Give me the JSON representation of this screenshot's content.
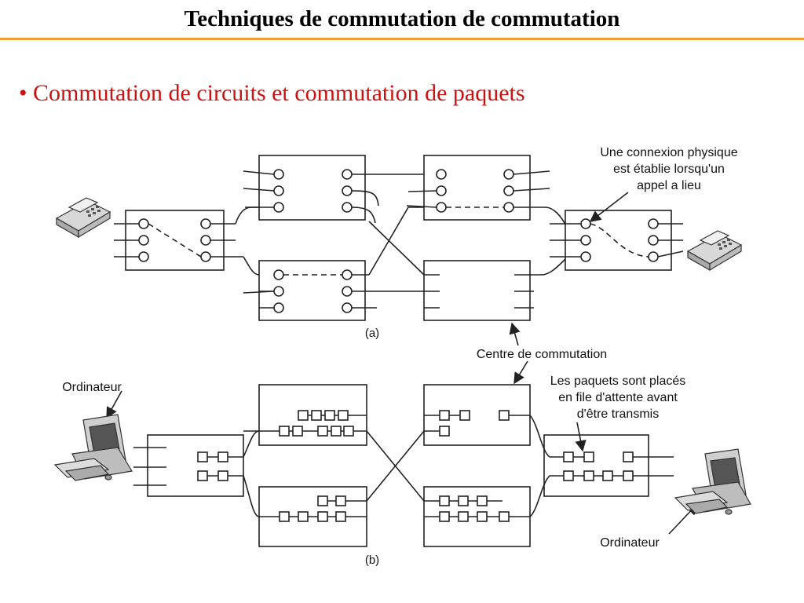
{
  "slide": {
    "title": "Techniques de commutation de commutation",
    "bullet": "• Commutation de circuits et commutation de paquets"
  },
  "diagram": {
    "label_a": "(a)",
    "label_b": "(b)",
    "annotation_physical": [
      "Une connexion physique",
      "est établie lorsqu'un",
      "appel a lieu"
    ],
    "annotation_centre": "Centre de commutation",
    "annotation_queue": [
      "Les paquets sont placés",
      "en file d'attente avant",
      "d'être transmis"
    ],
    "label_computer_left": "Ordinateur",
    "label_computer_right": "Ordinateur"
  },
  "colors": {
    "title_rule": "#f0a030",
    "bullet": "#cc1111",
    "line": "#222222"
  }
}
